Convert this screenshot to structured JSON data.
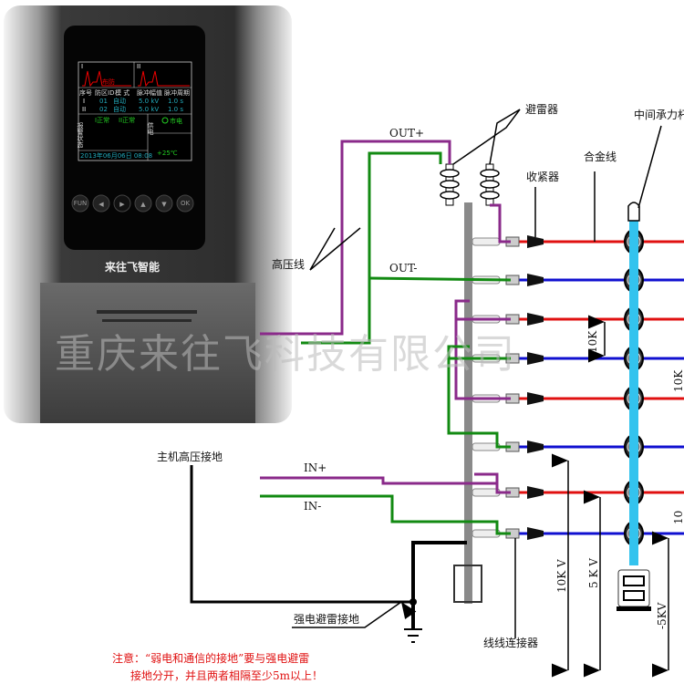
{
  "device": {
    "brand": "来往飞智能",
    "screen": {
      "ch1": "I",
      "ch2": "II",
      "wave_tag": "布防",
      "headers": [
        "序号",
        "防区ID",
        "模 式",
        "脉冲幅值",
        "脉冲周期"
      ],
      "rows": [
        [
          "I",
          "01",
          "自动",
          "5.0 kV",
          "1.0 s"
        ],
        [
          "II",
          "02",
          "自动",
          "5.0 kV",
          "1.0 s"
        ]
      ],
      "alarm_label": "报警状态",
      "alarm_items": [
        "I正常",
        "II正常"
      ],
      "power_label": "供电",
      "power_value": "市电",
      "datetime": "2013年06月06日 08:08",
      "temperature": "+25℃"
    },
    "buttons": [
      "FUN",
      "◀",
      "▶",
      "▲",
      "▼",
      "OK"
    ]
  },
  "labels": {
    "out_plus": "OUT+",
    "out_minus": "OUT-",
    "in_plus": "IN+",
    "in_minus": "IN-",
    "arrester": "避雷器",
    "middle_post": "中间承力杆",
    "alloy_wire": "合金线",
    "tensioner": "收紧器",
    "hv_wire": "高压线",
    "host_ground": "主机高压接地",
    "lightning_ground": "强电避雷接地",
    "wire_connector": "线线连接器",
    "spacing": "10K",
    "spacing_right": "10K",
    "v_10k": "10K V",
    "v_5k": "5 K V",
    "v_neg5k": "-5KV",
    "right_cut": "10"
  },
  "watermark": "重庆来往飞科技有限公司",
  "note": {
    "line1": "注意：“弱电和通信的接地”要与强电避雷",
    "line2": "接地分开，并且两者相隔至少5m以上！"
  },
  "colors": {
    "positive": "#e01010",
    "negative": "#1010d0",
    "out_plus": "#8a2a8a",
    "out_minus": "#128a12",
    "post": "#33c3ee"
  }
}
